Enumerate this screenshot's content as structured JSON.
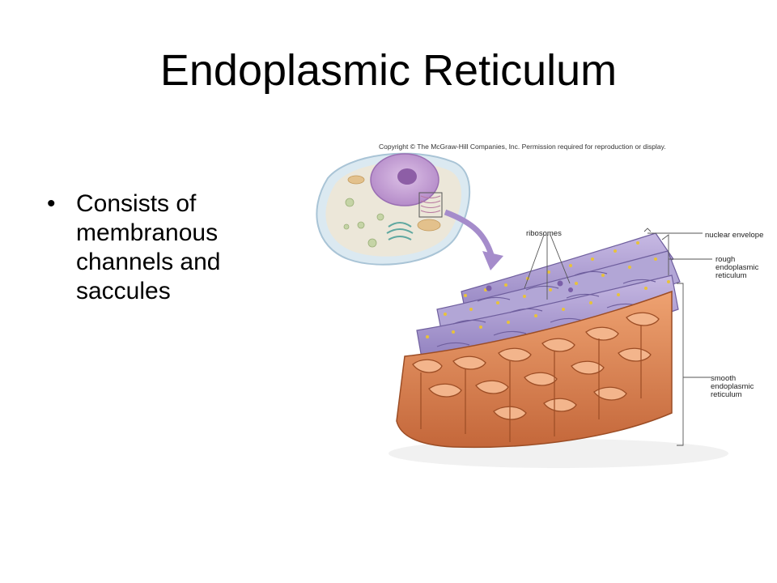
{
  "slide": {
    "title": "Endoplasmic Reticulum",
    "bullets": [
      {
        "marker": "•",
        "lines": [
          "Consists of",
          "membranous",
          "channels and",
          "saccules"
        ]
      }
    ]
  },
  "figure": {
    "copyright": "Copyright © The McGraw-Hill Companies, Inc. Permission required for reproduction or display.",
    "labels": {
      "ribosomes": "ribosomes",
      "nuclear_envelope": "nuclear envelope",
      "rough_er": [
        "rough",
        "endoplasmic",
        "reticulum"
      ],
      "smooth_er": [
        "smooth",
        "endoplasmic",
        "reticulum"
      ]
    },
    "colors": {
      "cell_membrane": "#c9dde9",
      "nucleus": "#c9a3d6",
      "rough_er": "#a99ccf",
      "ribosome": "#e8c23a",
      "smooth_er": "#d97a4a",
      "arrow": "#a58ccb"
    }
  }
}
